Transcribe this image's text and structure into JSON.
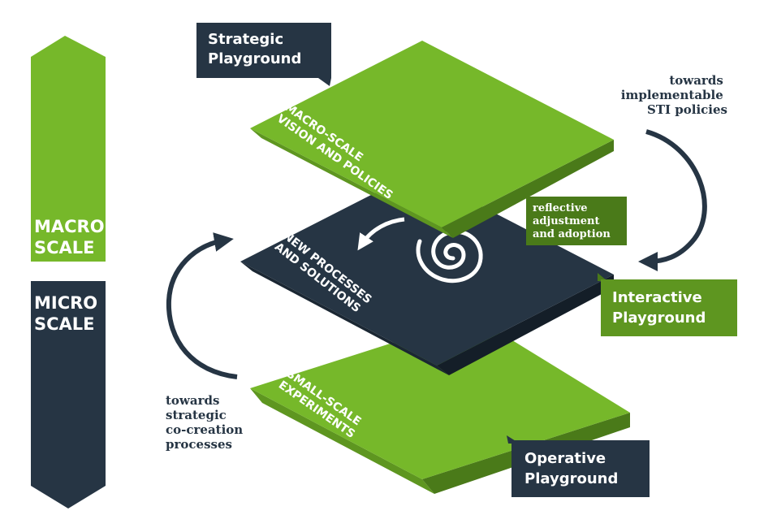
{
  "scale_bar": {
    "macro_lines": [
      "MACRO",
      "SCALE"
    ],
    "micro_lines": [
      "MICRO",
      "SCALE"
    ],
    "macro_color": "#76b82a",
    "micro_color": "#263544"
  },
  "layers": {
    "top_text_lines": [
      "MACRO-SCALE",
      "VISION AND POLICIES"
    ],
    "middle_text_lines": [
      "NEW PROCESSES",
      "AND SOLUTIONS"
    ],
    "bottom_text_lines": [
      "SMALL-SCALE",
      "EXPERIMENTS"
    ],
    "green": "#76b82a",
    "dark": "#263544"
  },
  "callouts": {
    "strategic_lines": [
      "Strategic",
      "Playground"
    ],
    "interactive_lines": [
      "Interactive",
      "Playground"
    ],
    "operative_lines": [
      "Operative",
      "Playground"
    ],
    "reflective_lines": [
      "reflective",
      "adjustment",
      "and adoption"
    ]
  },
  "annotations": {
    "towards_sti_lines": [
      "towards",
      "implementable",
      "STI policies"
    ],
    "towards_strategic_lines": [
      "towards",
      "strategic",
      "co-creation",
      "processes"
    ]
  }
}
